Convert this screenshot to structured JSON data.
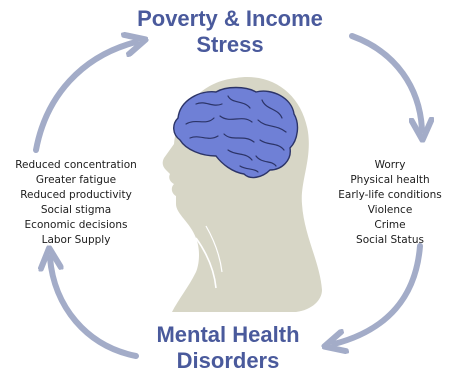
{
  "title_top": {
    "line1": "Poverty & Income",
    "line2": "Stress"
  },
  "title_bottom": {
    "line1": "Mental Health",
    "line2": "Disorders"
  },
  "left_list": [
    "Reduced concentration",
    "Greater fatigue",
    "Reduced productivity",
    "Social stigma",
    "Economic decisions",
    "Labor Supply"
  ],
  "right_list": [
    "Worry",
    "Physical health",
    "Early-life conditions",
    "Violence",
    "Crime",
    "Social Status"
  ],
  "colors": {
    "title": "#4a5a9c",
    "arrow": "#a3acc8",
    "silhouette": "#d7d6c6",
    "brain": "#6f80d6",
    "brain_lines": "#2c3468"
  },
  "icons": [
    "head-silhouette-icon",
    "brain-icon",
    "cycle-arrow-icon"
  ]
}
